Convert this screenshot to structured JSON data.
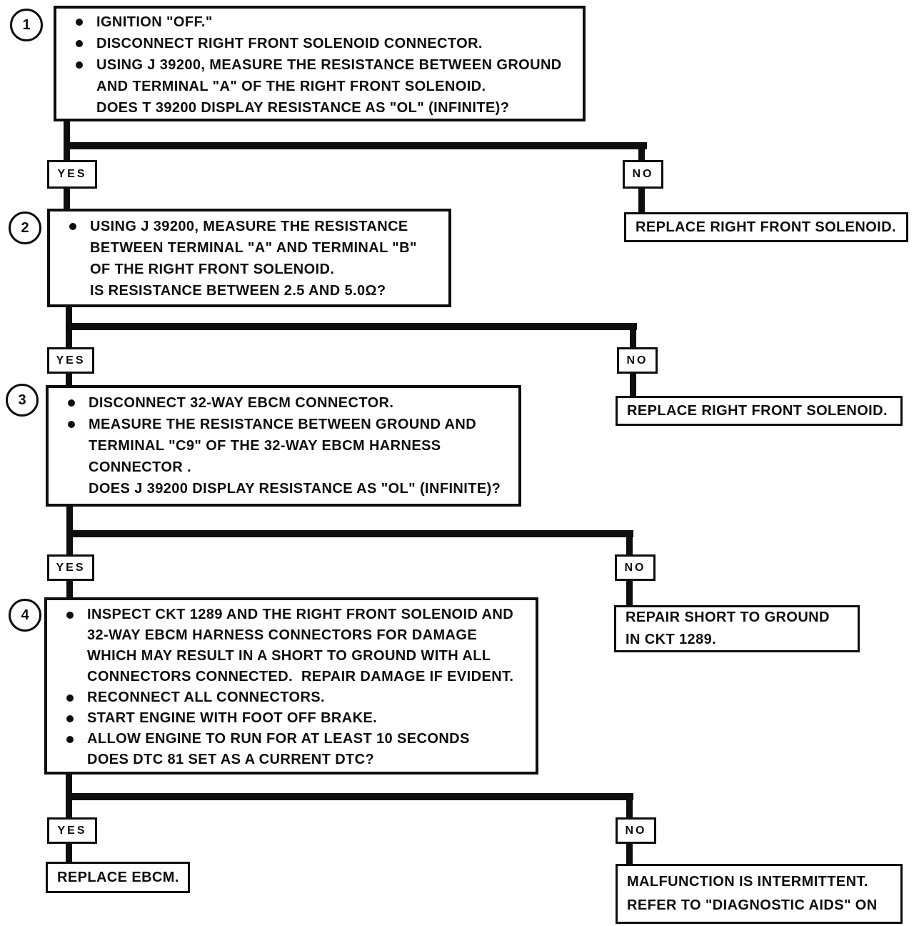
{
  "labels": {
    "yes": "YES",
    "no": "NO"
  },
  "colors": {
    "ink": "#0e0e0e",
    "paper": "#ffffff"
  },
  "steps": [
    {
      "number": "1",
      "lines": [
        {
          "bullet": true,
          "text": "IGNITION \"OFF.\""
        },
        {
          "bullet": true,
          "text": "DISCONNECT RIGHT FRONT SOLENOID CONNECTOR."
        },
        {
          "bullet": true,
          "text": "USING J 39200, MEASURE THE RESISTANCE BETWEEN GROUND"
        },
        {
          "bullet": false,
          "text": "AND TERMINAL \"A\" OF THE RIGHT FRONT SOLENOID."
        },
        {
          "bullet": false,
          "text": "DOES T 39200 DISPLAY RESISTANCE AS \"OL\" (INFINITE)?"
        }
      ]
    },
    {
      "number": "2",
      "lines": [
        {
          "bullet": true,
          "text": "USING J 39200, MEASURE THE RESISTANCE"
        },
        {
          "bullet": false,
          "text": "BETWEEN TERMINAL \"A\" AND TERMINAL \"B\""
        },
        {
          "bullet": false,
          "text": "OF THE RIGHT FRONT SOLENOID."
        },
        {
          "bullet": false,
          "text": "IS RESISTANCE BETWEEN 2.5 AND 5.0Ω?"
        }
      ]
    },
    {
      "number": "3",
      "lines": [
        {
          "bullet": true,
          "text": "DISCONNECT 32-WAY EBCM CONNECTOR."
        },
        {
          "bullet": true,
          "text": "MEASURE THE RESISTANCE BETWEEN GROUND AND"
        },
        {
          "bullet": false,
          "text": "TERMINAL \"C9\" OF THE 32-WAY EBCM HARNESS"
        },
        {
          "bullet": false,
          "text": "CONNECTOR ."
        },
        {
          "bullet": false,
          "text": "DOES J 39200 DISPLAY RESISTANCE AS \"OL\" (INFINITE)?"
        }
      ]
    },
    {
      "number": "4",
      "lines": [
        {
          "bullet": true,
          "text": "INSPECT CKT 1289 AND THE RIGHT FRONT SOLENOID AND"
        },
        {
          "bullet": false,
          "text": "32-WAY EBCM HARNESS CONNECTORS FOR DAMAGE"
        },
        {
          "bullet": false,
          "text": "WHICH MAY RESULT IN A SHORT TO GROUND WITH ALL"
        },
        {
          "bullet": false,
          "text": "CONNECTORS CONNECTED.  REPAIR DAMAGE IF EVIDENT."
        },
        {
          "bullet": true,
          "text": "RECONNECT ALL CONNECTORS."
        },
        {
          "bullet": true,
          "text": "START ENGINE WITH FOOT OFF BRAKE."
        },
        {
          "bullet": true,
          "text": "ALLOW ENGINE TO RUN FOR AT LEAST 10 SECONDS"
        },
        {
          "bullet": false,
          "text": "DOES DTC 81 SET AS A CURRENT DTC?"
        }
      ]
    }
  ],
  "results": {
    "replace_solenoid_1": "REPLACE RIGHT FRONT SOLENOID.",
    "replace_solenoid_2": "REPLACE RIGHT FRONT SOLENOID.",
    "repair_short_line1": "REPAIR SHORT TO GROUND",
    "repair_short_line2": "IN CKT 1289.",
    "replace_ebcm": "REPLACE EBCM.",
    "malfunction_line1": "MALFUNCTION IS INTERMITTENT.",
    "malfunction_line2": "REFER TO \"DIAGNOSTIC AIDS\" ON"
  }
}
